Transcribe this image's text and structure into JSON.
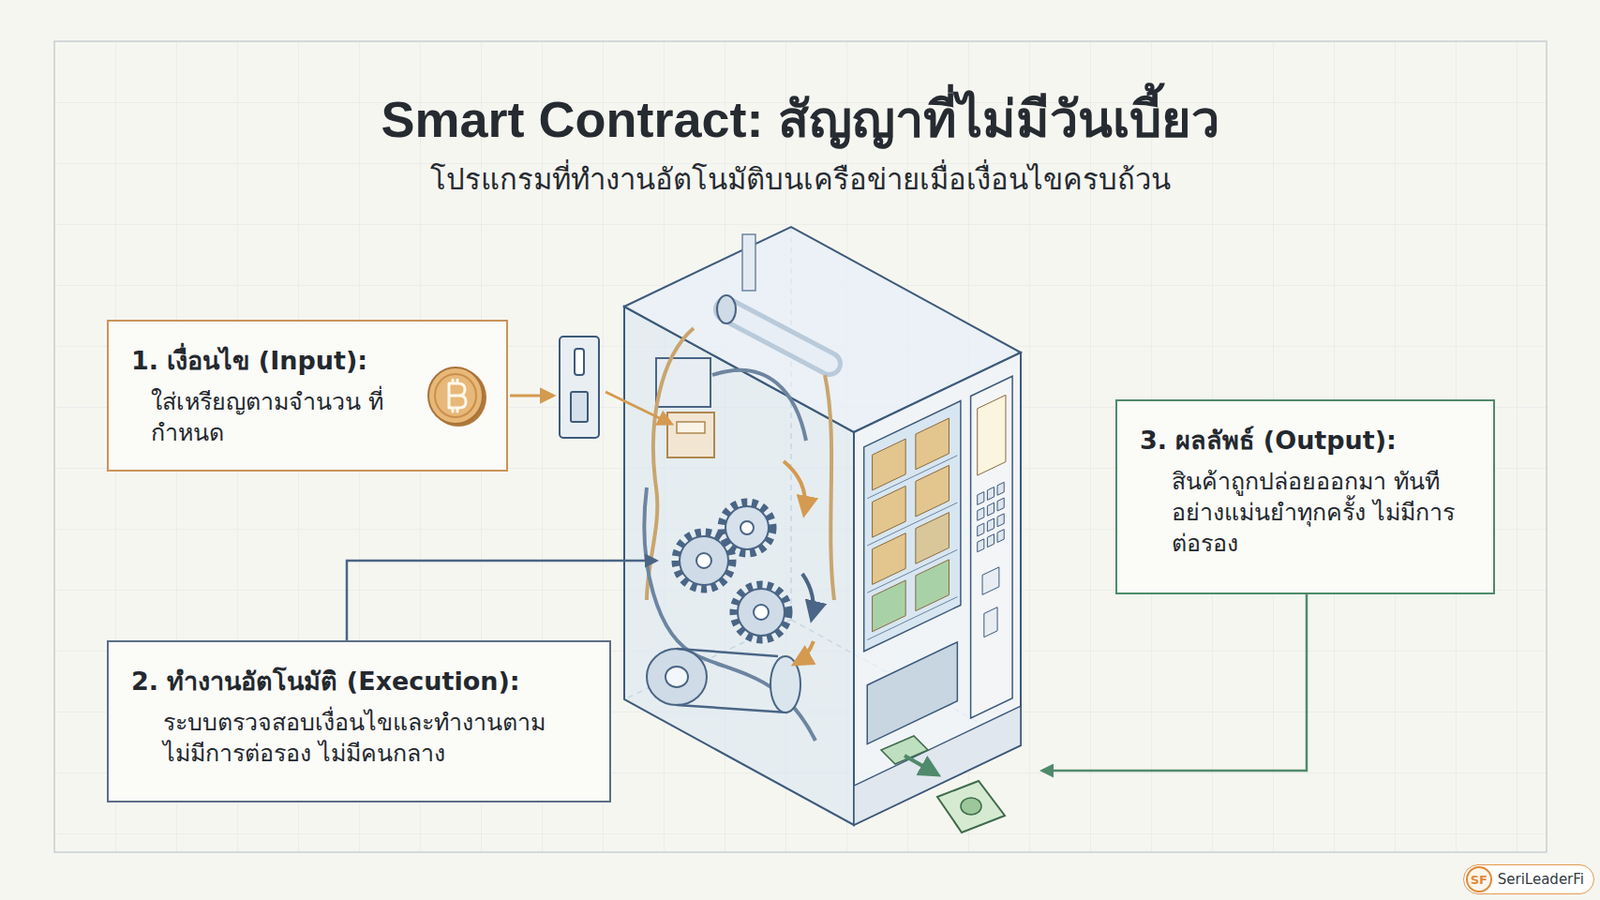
{
  "diagram": {
    "title": "Smart Contract: สัญญาที่ไม่มีวันเบี้ยว",
    "caption": "โปรแกรมที่ทำงานอัตโนมัติบนเครือข่ายเมื่อเงื่อนไขครบถ้วน",
    "nodes": [
      {
        "text": [
          "1. เงื่อนไข (Input):",
          "ใส่เหรียญตามจำนวน ที่กำหนด"
        ]
      },
      {
        "text": [
          "2. ทำงานอัตโนมัติ (Execution):",
          "ระบบตรวจสอบเงื่อนไขและทำงานตาม ไม่มีการต่อรอง ไม่มีคนกลาง"
        ]
      },
      {
        "text": [
          "3. ผลลัพธ์ (Output):",
          "สินค้าถูกปล่อยออกมา ทันทีอย่างแม่นยำทุกครั้ง ไม่มีการต่อรอง"
        ]
      }
    ],
    "labels": [
      "SF",
      "SeriLeaderFi"
    ]
  }
}
